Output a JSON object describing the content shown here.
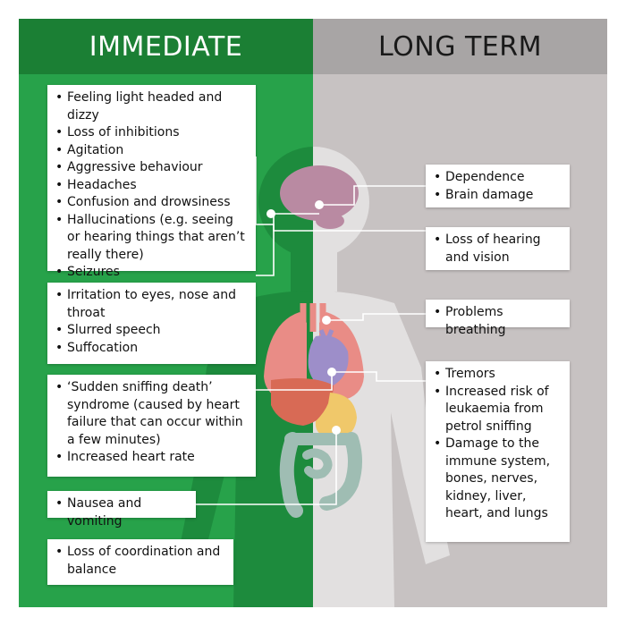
{
  "headers": {
    "immediate": "IMMEDIATE",
    "long_term": "LONG TERM"
  },
  "immediate_effects": {
    "head": [
      "Feeling light headed and dizzy",
      "Loss of inhibitions",
      "Agitation",
      "Aggressive behaviour",
      "Headaches",
      "Confusion and drowsiness",
      "Hallucinations (e.g. seeing or hearing things that aren’t really there)",
      "Seizures"
    ],
    "throat": [
      "Irritation to eyes, nose and throat",
      "Slurred speech",
      "Suffocation"
    ],
    "heart": [
      "‘Sudden sniffing death’ syndrome (caused by heart failure that can occur within a few minutes)",
      "Increased heart rate"
    ],
    "stomach": [
      "Nausea and vomiting"
    ],
    "coordination": [
      "Loss of coordination and balance"
    ]
  },
  "long_term_effects": {
    "brain": [
      "Dependence",
      "Brain damage"
    ],
    "senses": [
      "Loss of hearing and vision"
    ],
    "lungs": [
      "Problems breathing"
    ],
    "systemic": [
      "Tremors",
      "Increased risk of leukaemia from petrol sniffing",
      "Damage to the immune system, bones, nerves, kidney, liver, heart, and lungs"
    ]
  },
  "colors": {
    "immediate_header": "#1b7f34",
    "immediate_panel": "#27a24a",
    "long_term_header": "#a8a5a5",
    "long_term_panel": "#c7c2c2",
    "brain": "#b98aa2",
    "lungs": "#e98c86",
    "heart": "#9d8ec9",
    "liver": "#d86a55",
    "stomach": "#f0c86a",
    "intestine": "#9fbdb3"
  }
}
